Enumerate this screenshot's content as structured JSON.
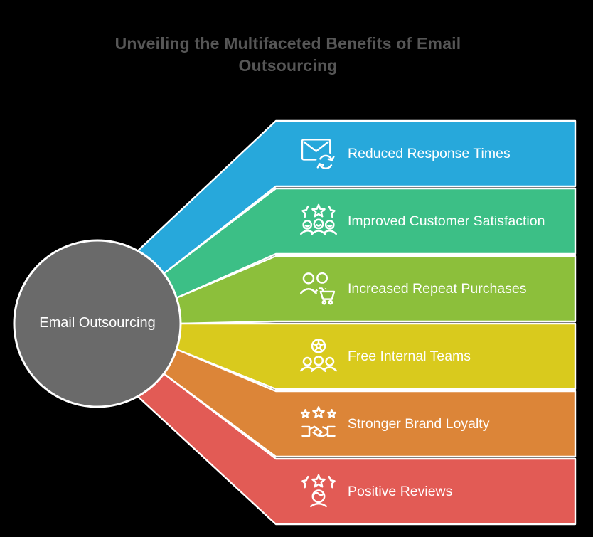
{
  "background": "#000000",
  "title": {
    "text": "Unveiling the Multifaceted Benefits of Email Outsourcing",
    "color": "#565656"
  },
  "center": {
    "label": "Email Outsourcing",
    "fill": "#6a6a6a",
    "border": "#ffffff",
    "text_color": "#ffffff"
  },
  "bands": [
    {
      "label": "Reduced Response Times",
      "color": "#27a8db",
      "icon": "mail-refresh-icon"
    },
    {
      "label": "Improved Customer Satisfaction",
      "color": "#3cbf86",
      "icon": "stars-customers-icon"
    },
    {
      "label": "Increased Repeat Purchases",
      "color": "#8cbf3b",
      "icon": "people-cart-icon"
    },
    {
      "label": "Free Internal Teams",
      "color": "#d9ca1d",
      "icon": "ball-team-icon"
    },
    {
      "label": "Stronger Brand Loyalty",
      "color": "#dc8538",
      "icon": "stars-handshake-icon"
    },
    {
      "label": "Positive Reviews",
      "color": "#e25b55",
      "icon": "stars-person-icon"
    }
  ]
}
